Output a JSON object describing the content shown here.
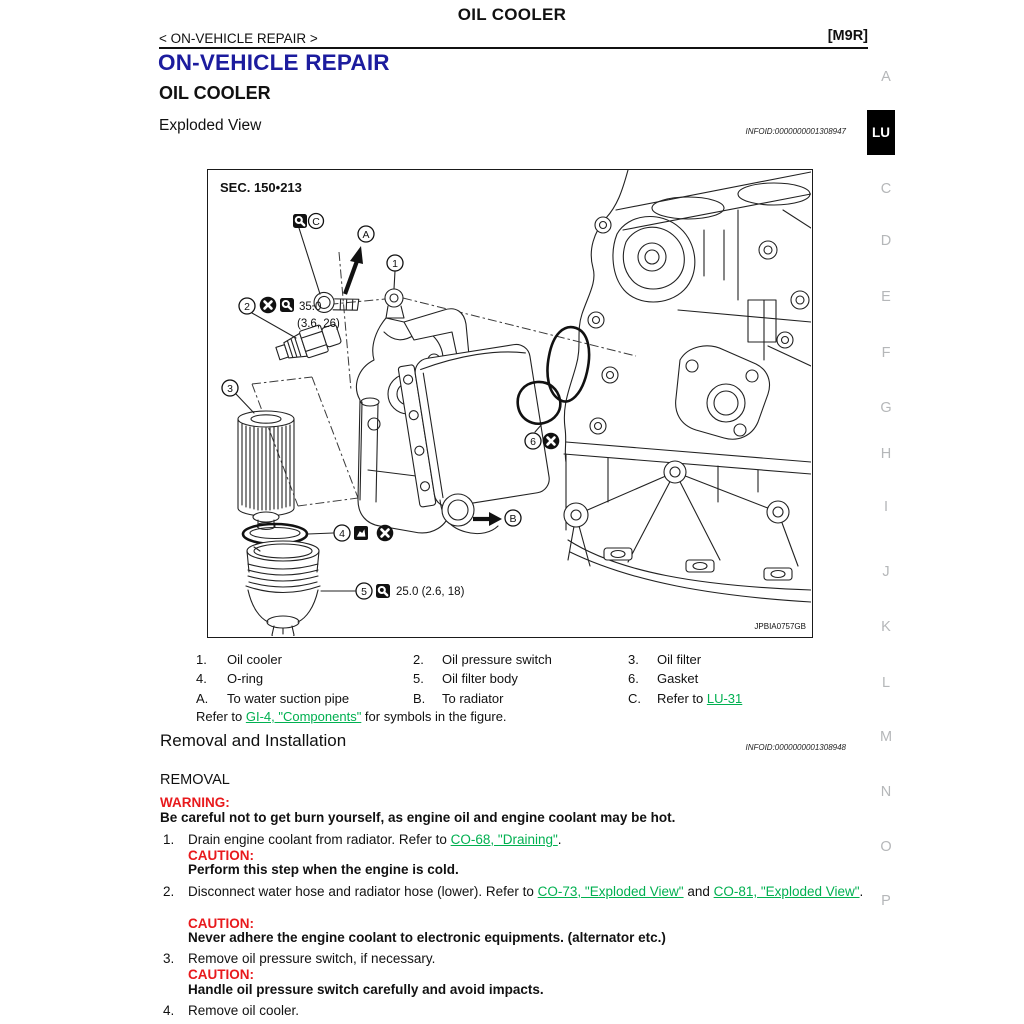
{
  "colors": {
    "heading_blue": "#1c1c9e",
    "link_green": "#00b050",
    "warning_red": "#e8191c",
    "sidebar_gray": "#b5b7b9"
  },
  "header": {
    "running_title": "OIL COOLER",
    "breadcrumb": "< ON-VEHICLE REPAIR >",
    "model_code": "[M9R]"
  },
  "titles": {
    "section": "ON-VEHICLE REPAIR",
    "subsection": "OIL COOLER"
  },
  "exploded_view": {
    "heading": "Exploded View",
    "infoid": "INFOID:0000000001308947",
    "figure": {
      "sec_label": "SEC. 150•213",
      "figure_code": "JPBIA0757GB",
      "callout_1": "1",
      "callout_2": "2",
      "callout_3": "3",
      "callout_4": "4",
      "callout_5": "5",
      "callout_6": "6",
      "callout_a": "A",
      "callout_b": "B",
      "callout_c": "C",
      "torque_1": "35.0",
      "torque_1_alt": "(3.6, 26)",
      "torque_2": "25.0 (2.6, 18)"
    },
    "legend": {
      "items": [
        {
          "num": "1.",
          "label": "Oil cooler"
        },
        {
          "num": "2.",
          "label": "Oil pressure switch"
        },
        {
          "num": "3.",
          "label": "Oil filter"
        },
        {
          "num": "4.",
          "label": "O-ring"
        },
        {
          "num": "5.",
          "label": "Oil filter body"
        },
        {
          "num": "6.",
          "label": "Gasket"
        },
        {
          "num": "A.",
          "label": "To water suction pipe"
        },
        {
          "num": "B.",
          "label": "To radiator"
        },
        {
          "num": "C.",
          "label_pre": "Refer to ",
          "link": "LU-31"
        }
      ],
      "footnote": {
        "pre": "Refer to ",
        "link": "GI-4, \"Components\"",
        "post": " for symbols in the figure."
      }
    }
  },
  "removal_installation": {
    "heading": "Removal and Installation",
    "infoid": "INFOID:0000000001308948",
    "subheading": "REMOVAL",
    "warning_label": "WARNING:",
    "warning_text": "Be careful not to get burn yourself, as engine oil and engine coolant may be hot.",
    "caution_label": "CAUTION:",
    "steps": [
      {
        "num": "1.",
        "pre": "Drain engine coolant from radiator. Refer to ",
        "link1": "CO-68, \"Draining\"",
        "post": ".",
        "caution": "Perform this step when the engine is cold."
      },
      {
        "num": "2.",
        "pre": "Disconnect water hose and radiator hose (lower). Refer to ",
        "link1": "CO-73, \"Exploded View\"",
        "mid": " and ",
        "link2": "CO-81, \"Exploded View\"",
        "post": ".",
        "caution": "Never adhere the engine coolant to electronic equipments. (alternator etc.)"
      },
      {
        "num": "3.",
        "pre": "Remove oil pressure switch, if necessary.",
        "caution": "Handle oil pressure switch carefully and avoid impacts."
      },
      {
        "num": "4.",
        "pre": "Remove oil cooler."
      }
    ]
  },
  "sidebar": {
    "items": [
      "A",
      "LU",
      "C",
      "D",
      "E",
      "F",
      "G",
      "H",
      "I",
      "J",
      "K",
      "L",
      "M",
      "N",
      "O",
      "P"
    ],
    "active": "LU"
  }
}
